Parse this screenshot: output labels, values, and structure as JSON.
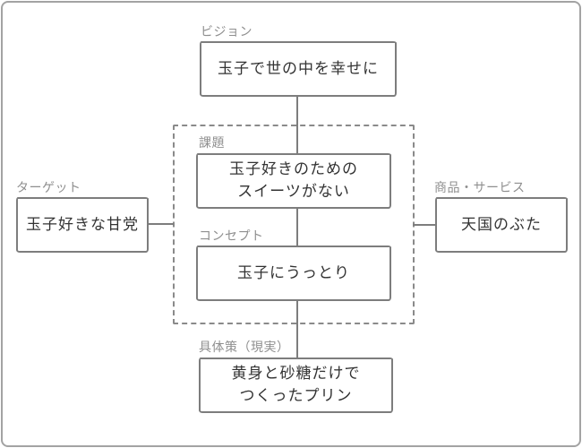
{
  "diagram": {
    "vision": {
      "label": "ビジョン",
      "text": "玉子で世の中を幸せに"
    },
    "problem": {
      "label": "課題",
      "text": "玉子好きのための\nスイーツがない"
    },
    "concept": {
      "label": "コンセプト",
      "text": "玉子にうっとり"
    },
    "target": {
      "label": "ターゲット",
      "text": "玉子好きな甘党"
    },
    "product": {
      "label": "商品・サービス",
      "text": "天国のぶた"
    },
    "action": {
      "label": "具体策（現実）",
      "text": "黄身と砂糖だけで\nつくったプリン"
    }
  },
  "colors": {
    "box_border": "#7d7d7d",
    "dashed_border": "#8a8a8a",
    "connector": "#7d7d7d",
    "box_text": "#333333",
    "label_text": "#8f8f8f",
    "frame_border": "#a3a3a3",
    "background": "#ffffff"
  }
}
